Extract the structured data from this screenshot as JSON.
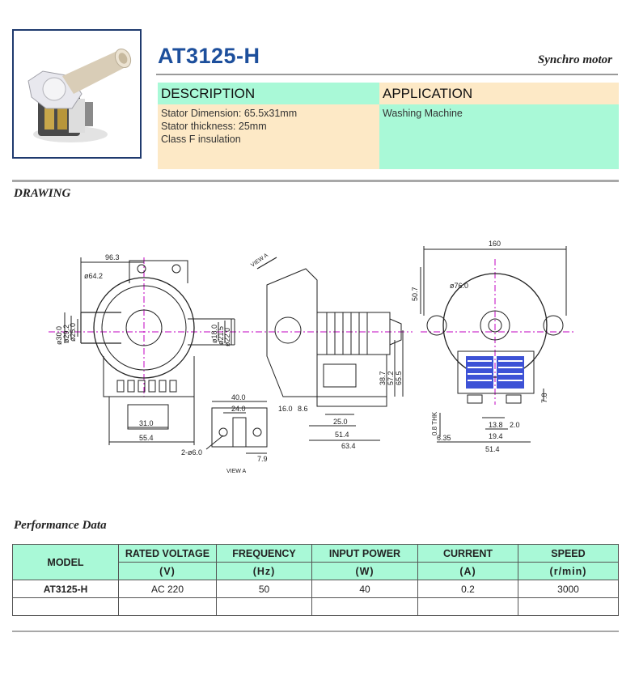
{
  "header": {
    "title": "AT3125-H",
    "subtitle": "Synchro motor"
  },
  "description": {
    "heading": "DESCRIPTION",
    "lines": [
      "Stator Dimension: 65.5x31mm",
      "Stator thickness: 25mm",
      "Class F insulation"
    ]
  },
  "application": {
    "heading": "APPLICATION",
    "lines": [
      "Washing Machine"
    ]
  },
  "drawing": {
    "heading": "DRAWING",
    "front": {
      "d_top": "96.3",
      "d_circle": "ø64.2",
      "d_left": [
        "ø30.0",
        "ø29.2",
        "ø25.0"
      ],
      "d_right": [
        "ø18.0",
        "ø21.5",
        "ø22.0"
      ],
      "d_bottom1": "31.0",
      "d_bottom2": "55.4"
    },
    "detail": {
      "w1": "40.0",
      "w2": "24.0",
      "holes": "2-ø6.0",
      "b": "7.9",
      "view": "VIEW A"
    },
    "side": {
      "view": "VIEW A",
      "a": "16.0",
      "b": "8.6",
      "c": "25.0",
      "d": "51.4",
      "e": "63.4",
      "h1": "38.7",
      "h2": "57.2",
      "h3": "65.5"
    },
    "rear": {
      "top": "160",
      "d_circle": "ø76.0",
      "h": "50.7",
      "r": "7.8",
      "thk": "0.8 THK",
      "a": "6.35",
      "b": "13.8",
      "c": "2.0",
      "d": "19.4",
      "e": "51.4"
    }
  },
  "performance": {
    "heading": "Performance Data",
    "columns": [
      {
        "name": "MODEL",
        "unit": ""
      },
      {
        "name": "RATED VOLTAGE",
        "unit": "(V)"
      },
      {
        "name": "FREQUENCY",
        "unit": "(Hz)"
      },
      {
        "name": "INPUT POWER",
        "unit": "(W)"
      },
      {
        "name": "CURRENT",
        "unit": "(A)"
      },
      {
        "name": "SPEED",
        "unit": "(r/min)"
      }
    ],
    "rows": [
      [
        "AT3125-H",
        "AC 220",
        "50",
        "40",
        "0.2",
        "3000"
      ],
      [
        "",
        "",
        "",
        "",
        "",
        ""
      ]
    ]
  }
}
